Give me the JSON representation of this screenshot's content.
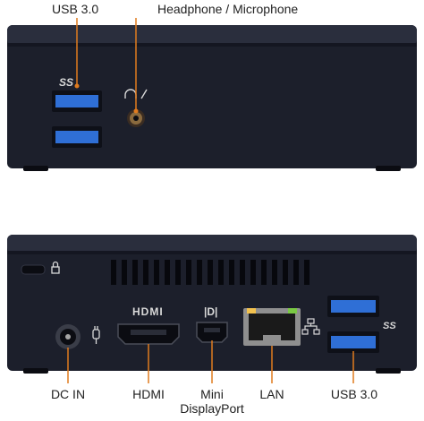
{
  "front": {
    "labels": {
      "usb": "USB 3.0",
      "audio": "Headphone / Microphone"
    },
    "port_markings": {
      "usb_logo": "SS",
      "audio_symbol": "headphone-mic-icon"
    }
  },
  "rear": {
    "labels": {
      "dc_in": "DC IN",
      "hdmi": "HDMI",
      "mini_dp_line1": "Mini",
      "mini_dp_line2": "DisplayPort",
      "lan": "LAN",
      "usb": "USB 3.0"
    },
    "port_markings": {
      "hdmi_logo": "HDMI",
      "mini_dp_logo": "|D|",
      "usb_logo": "SS",
      "lock_symbol": "lock-icon",
      "lan_symbol": "network-icon",
      "dc_symbol": "power-plug-icon"
    }
  },
  "colors": {
    "chassis": "#1c1f2b",
    "chassis_top": "#2a2e3d",
    "usb_blue": "#2f6fd6",
    "leader": "#e07b1e",
    "label_text": "#222222"
  }
}
